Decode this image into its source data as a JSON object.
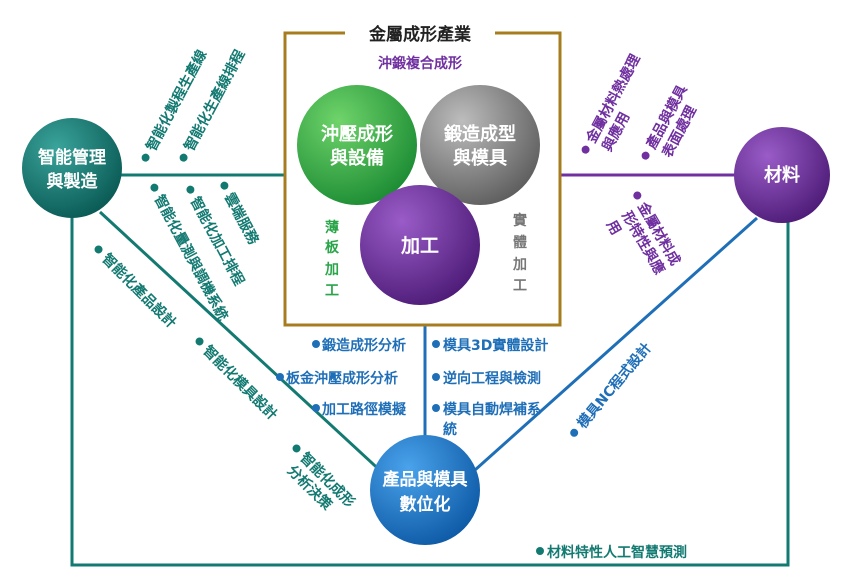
{
  "title": "金屬成形產業",
  "colors": {
    "teal": "#0d6f6a",
    "purple": "#6a2c9a",
    "blue": "#1673c4",
    "gold": "#a67c1e",
    "green": "#2aa54a",
    "gray": "#7a7a7a"
  },
  "nodes": {
    "smart": [
      "智能管理",
      "與製造"
    ],
    "material": "材料",
    "digital": [
      "產品與模具",
      "數位化"
    ],
    "stamping": [
      "沖壓成形",
      "與設備"
    ],
    "forging": [
      "鍛造成型",
      "與模具"
    ],
    "machining": "加工"
  },
  "box_labels": {
    "composite": "沖鍛複合成形",
    "sheet": [
      "薄",
      "板",
      "加",
      "工"
    ],
    "solid": [
      "實",
      "體",
      "加",
      "工"
    ]
  },
  "smart_items": {
    "up": [
      "智能化製程生產線",
      "智能化生產線排程"
    ],
    "down": [
      "雲端服務",
      "智能化加工排程",
      "智能化量測與調機系統"
    ],
    "diag": [
      "智能化產品設計",
      "智能化模具設計",
      [
        "智能化成形",
        "分析決策"
      ]
    ]
  },
  "material_items": {
    "heat": [
      "金屬材料熱處理",
      "與應用"
    ],
    "surface": [
      "產品與模具",
      "表面處理"
    ],
    "forming": [
      "金屬材料成",
      "形特性與應",
      "用"
    ]
  },
  "center_left": [
    "鍛造成形分析",
    "板金沖壓成形分析",
    "加工路徑模擬"
  ],
  "center_right": [
    "模具3D實體設計",
    "逆向工程與檢測",
    [
      "模具自動焊補系",
      "統"
    ]
  ],
  "nc": "模具NC程式設計",
  "bottom": "材料特性人工智慧預測"
}
